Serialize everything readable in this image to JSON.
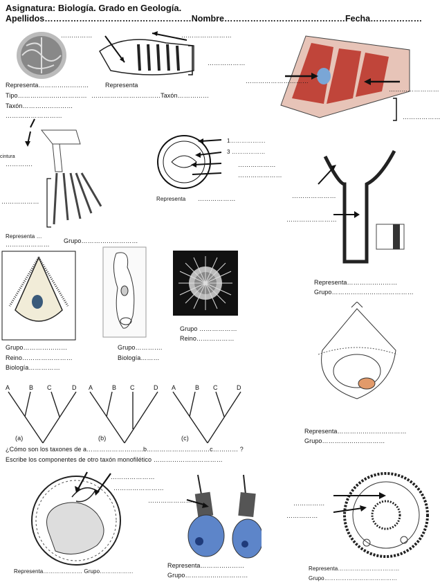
{
  "header": {
    "line1": "Asignatura: Biología. Grado en Geología.",
    "line2": "Apellidos……………………………………………Nombre……………………………………Fecha………………"
  },
  "labels": {
    "blank_a": "……………",
    "blank_b": "……………………",
    "blank_c": "………………",
    "blank_d": "……………………",
    "blank_e": "……………………",
    "blank_f": "………………………",
    "rep1": "Representa……………………",
    "rep2": "Representa",
    "tipo": "Tipo……………………………",
    "taxon1": "Taxón……………………",
    "taxon2": "……………………………Taxón……………",
    "blank_g": "…………………………",
    "cintura": "cintura",
    "blank_h": "………….",
    "blank_i": "………………",
    "rep_limb": "Representa …",
    "rep_limb2": "…………………",
    "grupo_limb": "Grupo………………………",
    "gastrula_n1": "1……………….",
    "gastrula_n3": "3 ………………",
    "gastrula_b1": "………………",
    "gastrula_b2": "…………………",
    "gastrula_rep": "Representa",
    "gastrula_b3": "………………",
    "tube_b1": "…………………",
    "tube_b2": "……………………",
    "tube_rep": "Representa……………………",
    "tube_grupo": "Grupo…………………………………",
    "larva_grupo": "Grupo…………………",
    "larva_reino": "Reino……………………",
    "larva_bio": "Biología……………",
    "euglena_grupo": "Grupo………….",
    "euglena_bio": "Biología………",
    "radio_grupo": "Grupo ………………",
    "radio_reino": "Reino………………",
    "troch_rep": "Representa……………………………",
    "troch_grupo": "Grupo…………………………",
    "question1": "¿Cómo son  los taxones de  a………………………b…………………………c………… ?",
    "question2": "Escribe los componentes de otro taxón monofilético ……………………………",
    "cnid_b1": "…………………",
    "cnid_b2": "……………………",
    "cnid_rep": "Representa………………… Grupo………………",
    "cell_b1": "……………………",
    "cell_rep": "Representa…………………",
    "cell_grupo": "Grupo…………………………",
    "ring_b1": "……………",
    "ring_b2": "……………",
    "ring_rep": "Representa……………………………",
    "ring_grupo": "Grupo…………………………………"
  },
  "cladograms": [
    {
      "letters": [
        "A",
        "B",
        "C",
        "D"
      ],
      "caption": "(a)"
    },
    {
      "letters": [
        "A",
        "B",
        "C",
        "D"
      ],
      "caption": "(b)"
    },
    {
      "letters": [
        "A",
        "B",
        "C",
        "D"
      ],
      "caption": "(c)"
    }
  ]
}
